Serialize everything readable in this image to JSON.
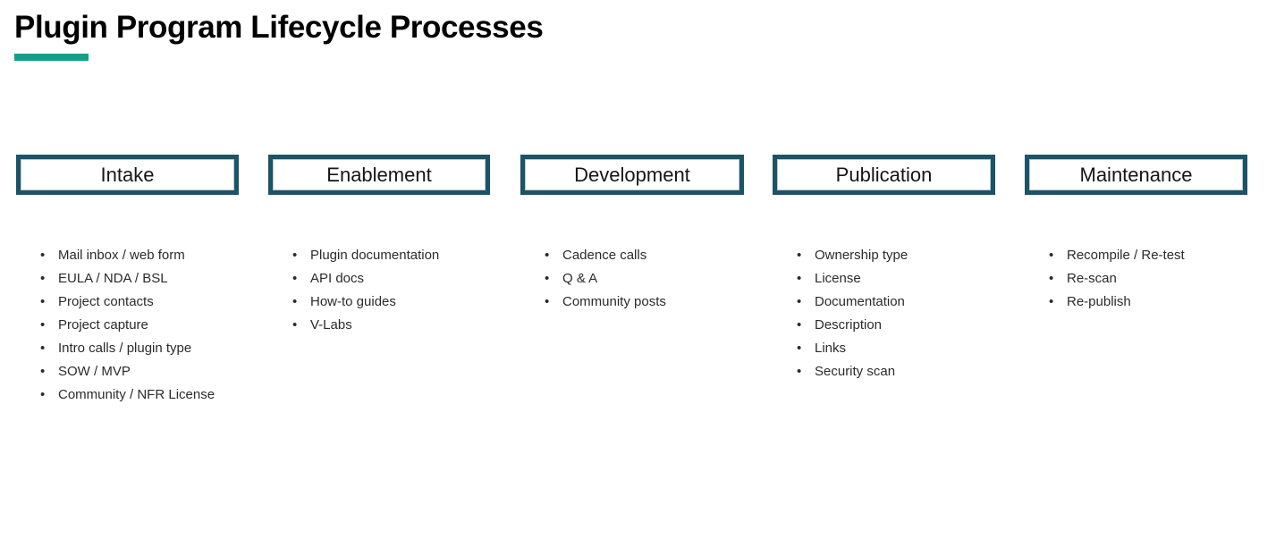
{
  "slide": {
    "title": "Plugin Program Lifecycle Processes",
    "accent_color": "#13A085",
    "box_border_color": "#1C5366",
    "text_color": "#2b2b2b",
    "background_color": "#ffffff",
    "bullet_glyph": "•"
  },
  "columns": [
    {
      "header": "Intake",
      "items": [
        "Mail inbox / web form",
        "EULA / NDA / BSL",
        "Project contacts",
        "Project capture",
        "Intro calls / plugin type",
        "SOW / MVP",
        "Community / NFR License"
      ]
    },
    {
      "header": "Enablement",
      "items": [
        "Plugin documentation",
        "API docs",
        "How-to guides",
        "V-Labs"
      ]
    },
    {
      "header": "Development",
      "items": [
        "Cadence calls",
        "Q & A",
        "Community posts"
      ]
    },
    {
      "header": "Publication",
      "items": [
        "Ownership type",
        "License",
        "Documentation",
        "Description",
        "Links",
        "Security scan"
      ]
    },
    {
      "header": "Maintenance",
      "items": [
        "Recompile / Re-test",
        "Re-scan",
        "Re-publish"
      ]
    }
  ]
}
